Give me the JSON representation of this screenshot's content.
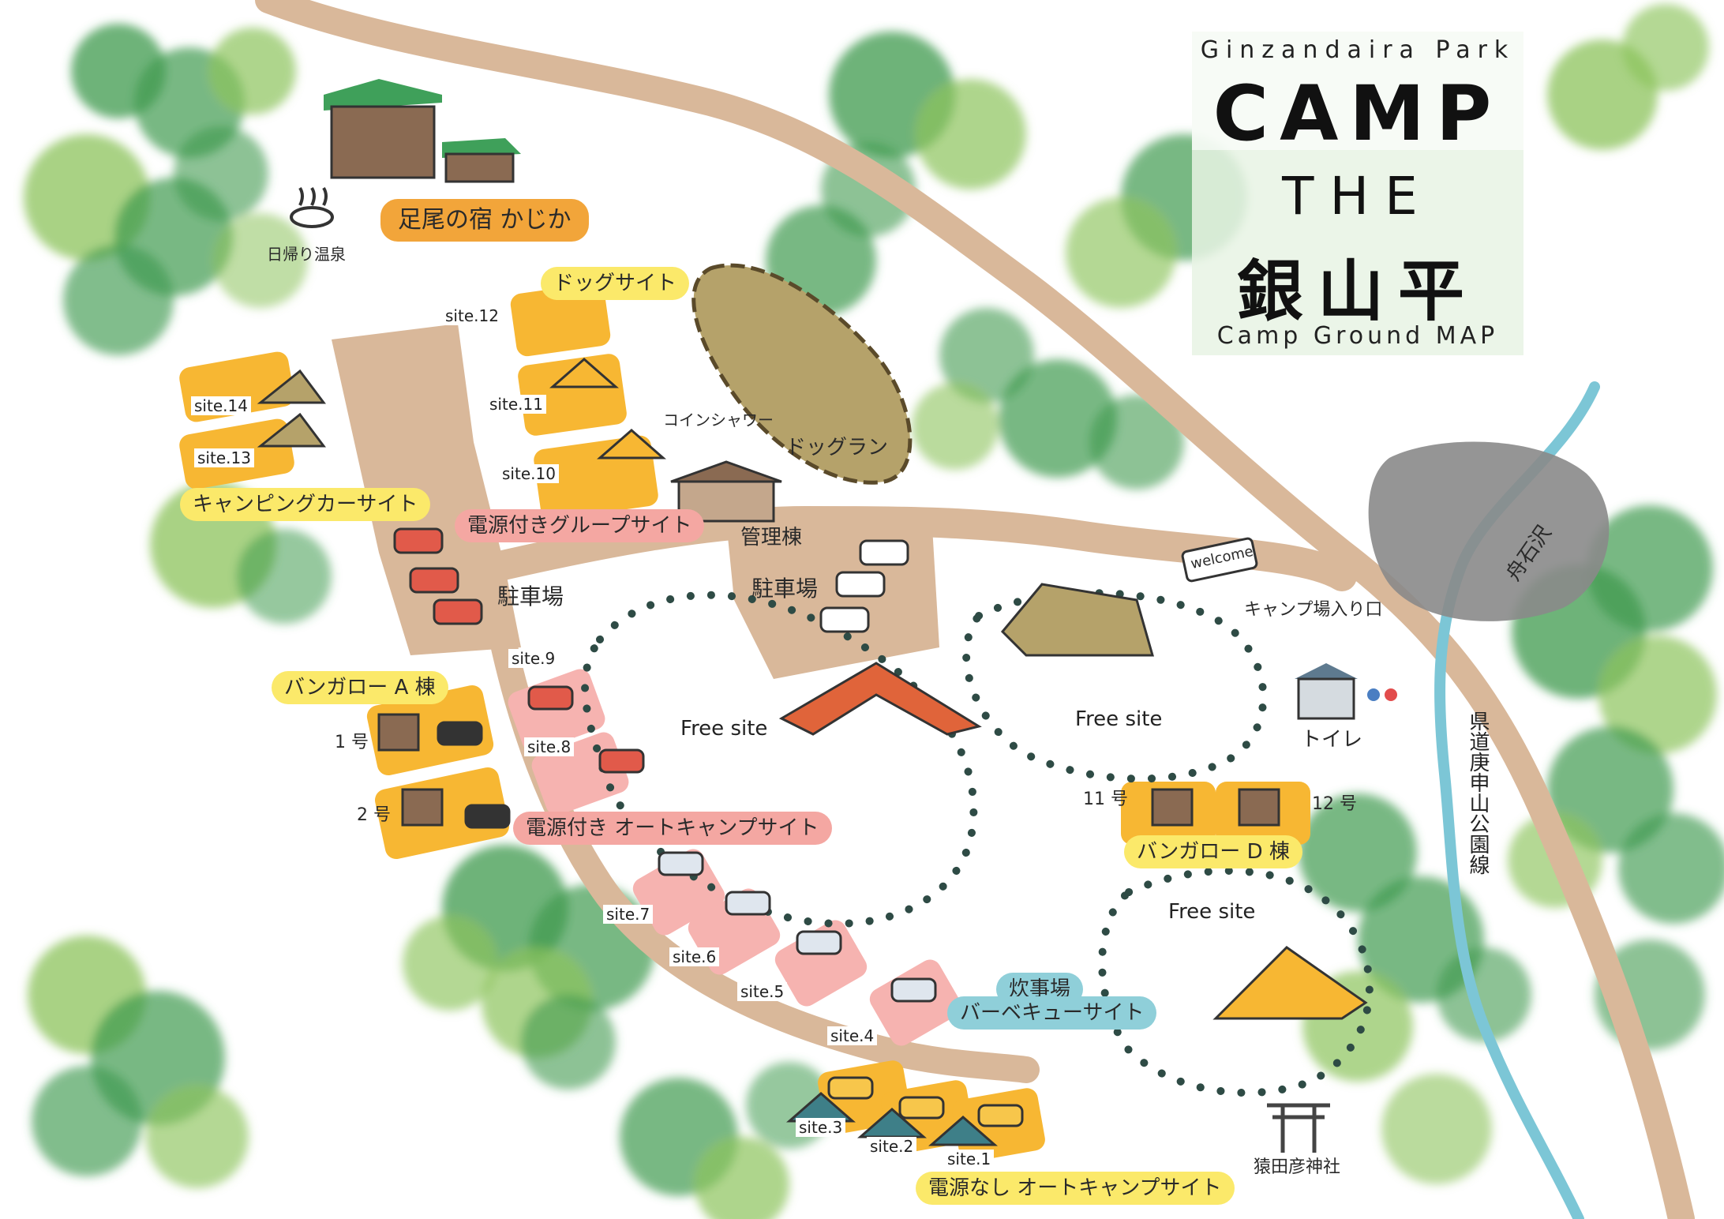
{
  "title": {
    "park": "Ginzandaira Park",
    "camp": "CAMP",
    "the": "THE",
    "name": "銀山平",
    "subtitle": "Camp Ground MAP"
  },
  "labels": {
    "lodge": "足尾の宿 かじか",
    "onsen": "日帰り温泉",
    "dog_site": "ドッグサイト",
    "dog_run": "ドッグラン",
    "coin_shower": "コインシャワー",
    "camping_car_site": "キャンピングカーサイト",
    "group_site": "電源付きグループサイト",
    "office": "管理棟",
    "parking_1": "駐車場",
    "parking_2": "駐車場",
    "bungalow_a": "バンガロー A 棟",
    "bungalow_a_1": "1 号",
    "bungalow_a_2": "2 号",
    "auto_camp_power": "電源付き オートキャンプサイト",
    "auto_camp_nopower": "電源なし オートキャンプサイト",
    "entrance": "キャンプ場入り口",
    "toilet": "トイレ",
    "bungalow_d": "バンガロー D 棟",
    "bungalow_d_11": "11 号",
    "bungalow_d_12": "12 号",
    "kitchen": "炊事場",
    "bbq": "バーベキューサイト",
    "shrine": "猿田彦神社",
    "stream": "舟石沢",
    "road": "県道庚申山公園線",
    "welcome": "welcome",
    "free_site_1": "Free site",
    "free_site_2": "Free site",
    "free_site_3": "Free site"
  },
  "sites": {
    "s1": "site.1",
    "s2": "site.2",
    "s3": "site.3",
    "s4": "site.4",
    "s5": "site.5",
    "s6": "site.6",
    "s7": "site.7",
    "s8": "site.8",
    "s9": "site.9",
    "s10": "site.10",
    "s11": "site.11",
    "s12": "site.12",
    "s13": "site.13",
    "s14": "site.14"
  },
  "colors": {
    "road": "#d9b89a",
    "tree_dark": "#3f9a4e",
    "tree_light": "#8cc35b",
    "site_yellow": "#f7b733",
    "site_pink": "#f6b3b0",
    "highlight_yellow": "#fbe96a",
    "highlight_orange": "#f2a53a",
    "highlight_pink": "#f4a7a2",
    "highlight_blue": "#8fcfd9",
    "stream": "#7cc6d6",
    "pond": "#8a8a8a",
    "dots": "#2e4b45"
  }
}
